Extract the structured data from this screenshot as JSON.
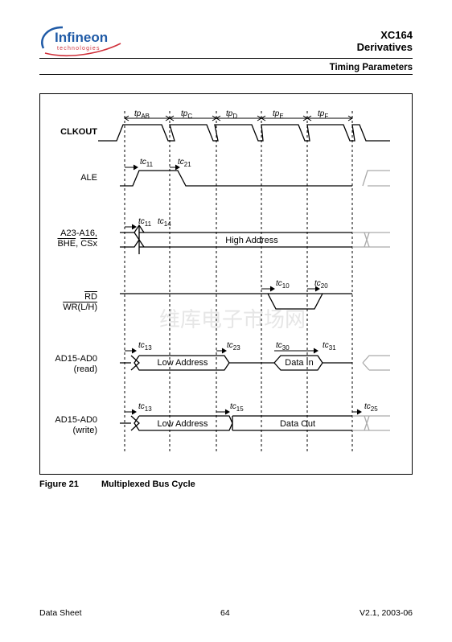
{
  "header": {
    "logo_main": "Infineon",
    "logo_sub": "technologies",
    "product": "XC164",
    "subtitle": "Derivatives",
    "section": "Timing Parameters"
  },
  "diagram": {
    "period_labels": [
      {
        "t": "tp",
        "sub": "AB"
      },
      {
        "t": "tp",
        "sub": "C"
      },
      {
        "t": "tp",
        "sub": "D"
      },
      {
        "t": "tp",
        "sub": "E"
      },
      {
        "t": "tp",
        "sub": "F"
      }
    ],
    "signals": {
      "clkout": "CLKOUT",
      "ale": "ALE",
      "addr_line1": "A23-A16,",
      "addr_bhe": "BHE",
      "addr_sep": ", ",
      "addr_csx": "CSx",
      "rd": "RD",
      "wr_a": "WR(",
      "wr_l": "L",
      "wr_b": "/H)",
      "ad_read_1": "AD15-AD0",
      "ad_read_2": "(read)",
      "ad_write_1": "AD15-AD0",
      "ad_write_2": "(write)"
    },
    "bus_labels": {
      "high_address": "High Address",
      "low_address_read": "Low Address",
      "data_in": "Data In",
      "low_address_write": "Low Address",
      "data_out": "Data Out"
    },
    "timing_params": {
      "tc11": {
        "t": "tc",
        "sub": "11"
      },
      "tc21": {
        "t": "tc",
        "sub": "21"
      },
      "tc11b": {
        "t": "tc",
        "sub": "11"
      },
      "tc14": {
        "t": "tc",
        "sub": "14"
      },
      "tc10": {
        "t": "tc",
        "sub": "10"
      },
      "tc20": {
        "t": "tc",
        "sub": "20"
      },
      "tc13a": {
        "t": "tc",
        "sub": "13"
      },
      "tc23": {
        "t": "tc",
        "sub": "23"
      },
      "tc30": {
        "t": "tc",
        "sub": "30"
      },
      "tc31": {
        "t": "tc",
        "sub": "31"
      },
      "tc13b": {
        "t": "tc",
        "sub": "13"
      },
      "tc15": {
        "t": "tc",
        "sub": "15"
      },
      "tc25": {
        "t": "tc",
        "sub": "25"
      }
    },
    "watermark": "维库电子市场网"
  },
  "caption": {
    "number": "Figure 21",
    "title": "Multiplexed Bus Cycle"
  },
  "footer": {
    "left": "Data Sheet",
    "center": "64",
    "right": "V2.1, 2003-06"
  },
  "colors": {
    "logo_blue": "#1f5aa6",
    "logo_red": "#d0303a",
    "grey_signal": "#aaaaaa",
    "watermark": "#e6e6e6"
  }
}
